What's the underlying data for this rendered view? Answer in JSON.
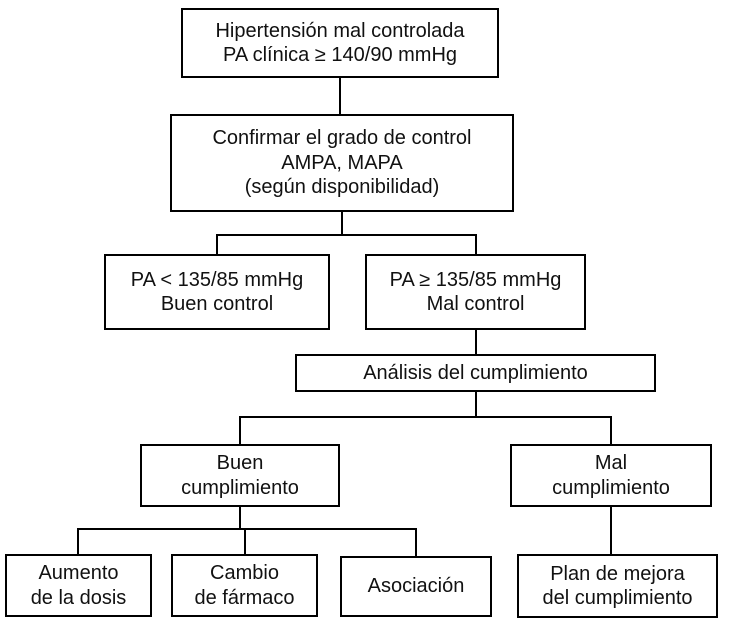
{
  "diagram": {
    "type": "flowchart",
    "language": "es",
    "nodes": {
      "root": {
        "text": "Hipertensión mal controlada\nPA clínica ≥ 140/90 mmHg"
      },
      "confirm": {
        "text": "Confirmar el grado de control\nAMPA, MAPA\n(según disponibilidad)"
      },
      "good_control": {
        "text": "PA < 135/85 mmHg\nBuen control"
      },
      "bad_control": {
        "text": "PA ≥ 135/85 mmHg\nMal control"
      },
      "analysis": {
        "text": "Análisis del cumplimiento"
      },
      "good_compliance": {
        "text": "Buen\ncumplimiento"
      },
      "bad_compliance": {
        "text": "Mal\ncumplimiento"
      },
      "dose_increase": {
        "text": "Aumento\nde la dosis"
      },
      "drug_change": {
        "text": "Cambio\nde fármaco"
      },
      "association": {
        "text": "Asociación"
      },
      "improvement_plan": {
        "text": "Plan de mejora\ndel cumplimiento"
      }
    },
    "edges": [
      {
        "from": "root",
        "to": "confirm"
      },
      {
        "from": "confirm",
        "to": "good_control"
      },
      {
        "from": "confirm",
        "to": "bad_control"
      },
      {
        "from": "bad_control",
        "to": "analysis"
      },
      {
        "from": "analysis",
        "to": "good_compliance"
      },
      {
        "from": "analysis",
        "to": "bad_compliance"
      },
      {
        "from": "good_compliance",
        "to": "dose_increase"
      },
      {
        "from": "good_compliance",
        "to": "drug_change"
      },
      {
        "from": "good_compliance",
        "to": "association"
      },
      {
        "from": "bad_compliance",
        "to": "improvement_plan"
      }
    ],
    "colors": {
      "border": "#000000",
      "background": "#ffffff",
      "text": "#111111"
    }
  }
}
